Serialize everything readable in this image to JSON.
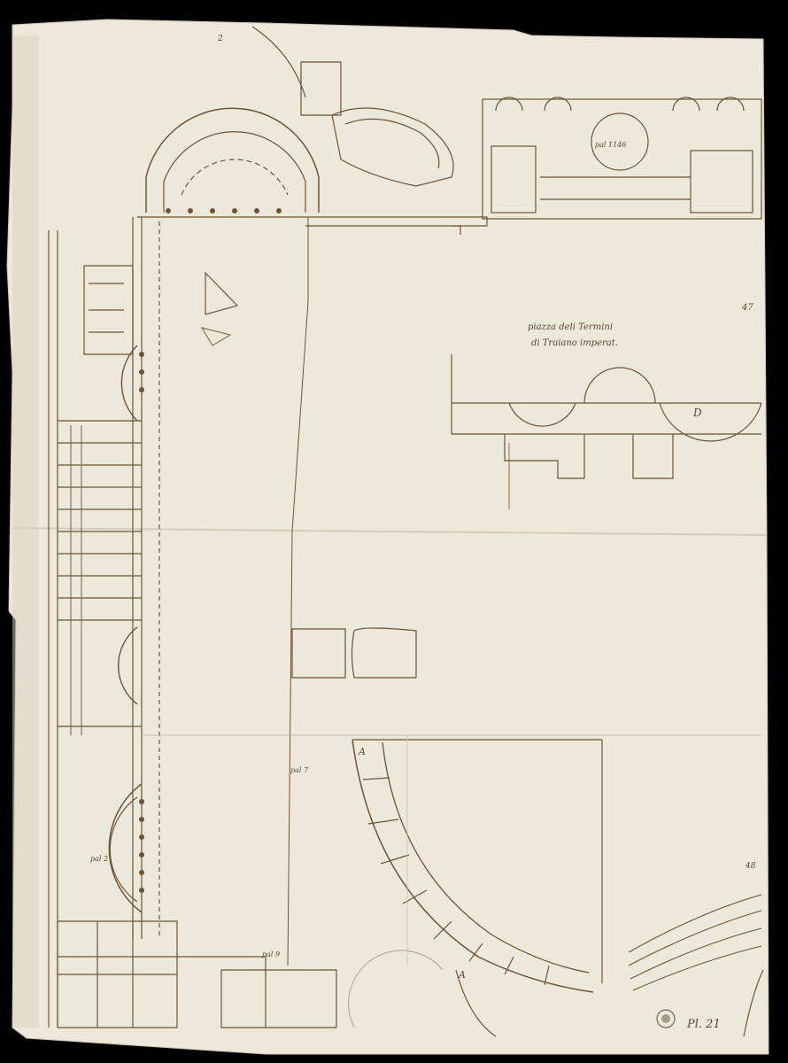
{
  "document": {
    "annotations": {
      "main_label_line1": "piazza deli Termini",
      "main_label_line2": "di Traiano imperat.",
      "page_number": "47",
      "marker_right": "D",
      "marker_bottom_a": "A",
      "marker_bottom_b": "A",
      "side_number": "48",
      "folio_number": "2",
      "shelf_mark": "Pl. 21",
      "dim_top_pal": "pal 1146",
      "dim_left_1": "pal 2",
      "dim_bottom": "pal 9",
      "dim_center": "pal 7"
    },
    "colors": {
      "paper": "#ede8dc",
      "ink": "#6b5536",
      "faint_ink": "#b8ad98",
      "background": "#000000"
    }
  }
}
